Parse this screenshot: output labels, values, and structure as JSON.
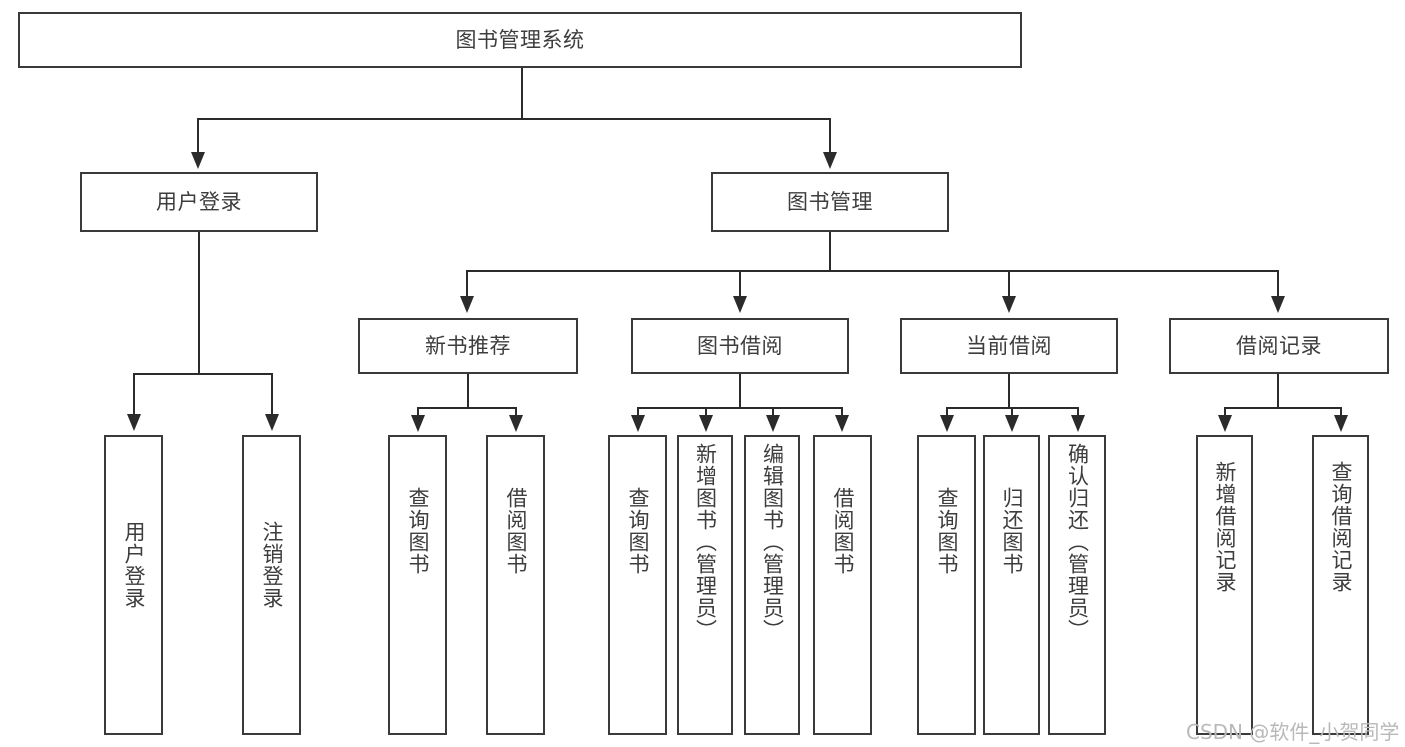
{
  "diagram": {
    "title": "图书管理系统",
    "type": "tree-hierarchy-functional-structure",
    "root": {
      "id": "root",
      "label": "图书管理系统"
    },
    "level2": [
      {
        "id": "user-login",
        "label": "用户登录"
      },
      {
        "id": "book-management",
        "label": "图书管理"
      }
    ],
    "level3": [
      {
        "id": "new-book-recommend",
        "label": "新书推荐"
      },
      {
        "id": "book-borrow",
        "label": "图书借阅"
      },
      {
        "id": "current-borrow",
        "label": "当前借阅"
      },
      {
        "id": "borrow-record",
        "label": "借阅记录"
      }
    ],
    "leaves": {
      "user_login": [
        {
          "id": "leaf-user-login",
          "label": "用户登录"
        },
        {
          "id": "leaf-logout-login",
          "label": "注销登录"
        }
      ],
      "new_book_recommend": [
        {
          "id": "leaf-query-book-1",
          "label": "查询图书"
        },
        {
          "id": "leaf-borrow-book-1",
          "label": "借阅图书"
        }
      ],
      "book_borrow": [
        {
          "id": "leaf-query-book-2",
          "label": "查询图书"
        },
        {
          "id": "leaf-add-book",
          "label": "新增图书（管理员）"
        },
        {
          "id": "leaf-edit-book",
          "label": "编辑图书（管理员）"
        },
        {
          "id": "leaf-borrow-book-2",
          "label": "借阅图书"
        }
      ],
      "current_borrow": [
        {
          "id": "leaf-query-book-3",
          "label": "查询图书"
        },
        {
          "id": "leaf-return-book",
          "label": "归还图书"
        },
        {
          "id": "leaf-confirm-return",
          "label": "确认归还（管理员）"
        }
      ],
      "borrow_record": [
        {
          "id": "leaf-add-record",
          "label": "新增借阅记录"
        },
        {
          "id": "leaf-query-record",
          "label": "查询借阅记录"
        }
      ]
    }
  },
  "watermark": {
    "text": "CSDN @软件_小贺同学"
  },
  "colors": {
    "border": "#3a3a3a",
    "text": "#3d3d3d",
    "line": "#2b2b2b",
    "background": "#ffffff",
    "watermark": "#b9b9b9"
  }
}
